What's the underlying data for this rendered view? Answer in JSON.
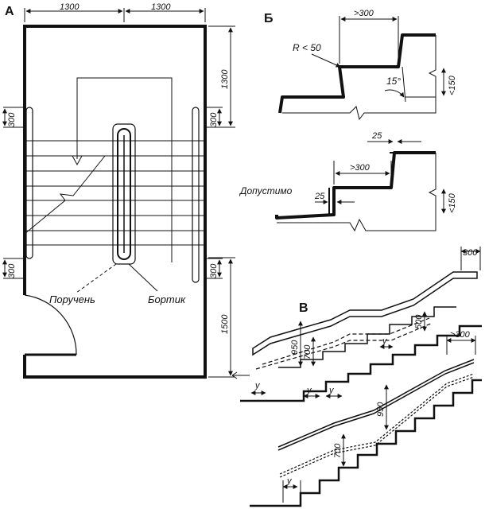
{
  "sections": {
    "a": "А",
    "b": "Б",
    "v": "В"
  },
  "plan": {
    "top_dims": [
      "1300",
      "1300"
    ],
    "right_dims": [
      "1300",
      "1500"
    ],
    "ext_dims": [
      "300",
      "300",
      "300",
      "300"
    ],
    "label_handrail": "Поручень",
    "label_curb": "Бортик"
  },
  "detail_b": {
    "tread_top": ">300",
    "radius": "R < 50",
    "angle": "15°",
    "riser_top": "<150",
    "nosing": "25",
    "tread_bottom": ">300",
    "allowed_label": "Допустимо",
    "nosing_left": "25",
    "riser_bottom": "<150"
  },
  "detail_v": {
    "top_ext": "300",
    "top_h1": "950",
    "top_h2": "700",
    "top_side": "500",
    "y_marks": [
      "y",
      "y",
      "y",
      "y"
    ],
    "bottom_ext": ">300",
    "bottom_h1": "950",
    "bottom_h2": "700",
    "bottom_y": "y"
  },
  "colors": {
    "ink": "#111111",
    "paper": "#ffffff"
  }
}
